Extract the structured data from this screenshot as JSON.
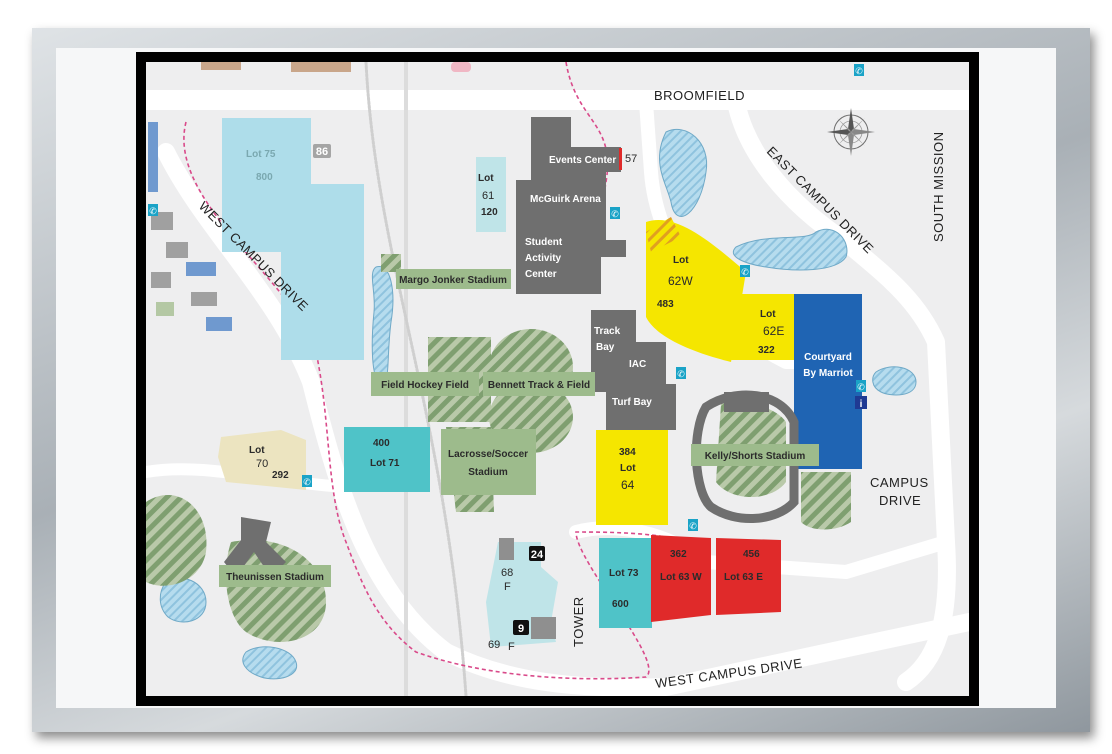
{
  "roads": {
    "broomfield": "BROOMFIELD",
    "west_campus_drive_nw": "WEST CAMPUS DRIVE",
    "east_campus_drive": "EAST CAMPUS DRIVE",
    "south_mission": "SOUTH MISSION",
    "campus_drive_1": "CAMPUS",
    "campus_drive_2": "DRIVE",
    "tower": "TOWER",
    "west_campus_drive_south": "WEST CAMPUS DRIVE"
  },
  "buildings": {
    "events_center": "Events Center",
    "events_number": "57",
    "mcguirk": "McGuirk Arena",
    "sac_1": "Student",
    "sac_2": "Activity",
    "sac_3": "Center",
    "track_1": "Track",
    "track_2": "Bay",
    "iac": "IAC",
    "turf_bay": "Turf Bay",
    "courtyard_1": "Courtyard",
    "courtyard_2": "By Marriot"
  },
  "venues": {
    "margo": "Margo Jonker Stadium",
    "field_hockey": "Field Hockey Field",
    "bennett": "Bennett Track & Field",
    "lacrosse_1": "Lacrosse/Soccer",
    "lacrosse_2": "Stadium",
    "kelly": "Kelly/Shorts Stadium",
    "theunissen": "Theunissen Stadium"
  },
  "lots": {
    "lot75": {
      "name": "Lot 75",
      "spaces": "800"
    },
    "badge86": "86",
    "lot61": {
      "name": "Lot",
      "number": "61",
      "spaces": "120"
    },
    "lot62w": {
      "name": "Lot",
      "number": "62W",
      "spaces": "483"
    },
    "lot62e": {
      "name": "Lot",
      "number": "62E",
      "spaces": "322"
    },
    "lot70": {
      "name": "Lot",
      "number": "70",
      "spaces": "292"
    },
    "lot71": {
      "name": "Lot 71",
      "spaces": "400"
    },
    "lot64": {
      "name": "Lot",
      "number": "64",
      "spaces": "384"
    },
    "lot73": {
      "name": "Lot 73",
      "spaces": "600"
    },
    "lot63w": {
      "name": "Lot 63 W",
      "spaces": "362"
    },
    "lot63e": {
      "name": "Lot 63 E",
      "spaces": "456"
    },
    "lot68": {
      "name": "68",
      "suffix": "F"
    },
    "lot69": {
      "name": "69",
      "suffix": "F"
    },
    "badge24": "24",
    "badge9": "9"
  },
  "symbols": {
    "phone_glyph": "✆",
    "info_glyph": "i",
    "compass": "compass-rose-icon",
    "phone": "phone-icon"
  },
  "colors": {
    "lot_yellow": "#f5e600",
    "lot_teal": "#4fc3c8",
    "lot_teal_light": "#bfe4e8",
    "lot_red": "#e02a2a",
    "lot_tan": "#ece4c0",
    "building_gray": "#6f6f6f",
    "hotel_blue": "#1f64b3",
    "field_green": "#8fae7f",
    "label_green": "#9dbb8c",
    "water": "#a8d4ea",
    "path_pink": "#d94a8a"
  }
}
